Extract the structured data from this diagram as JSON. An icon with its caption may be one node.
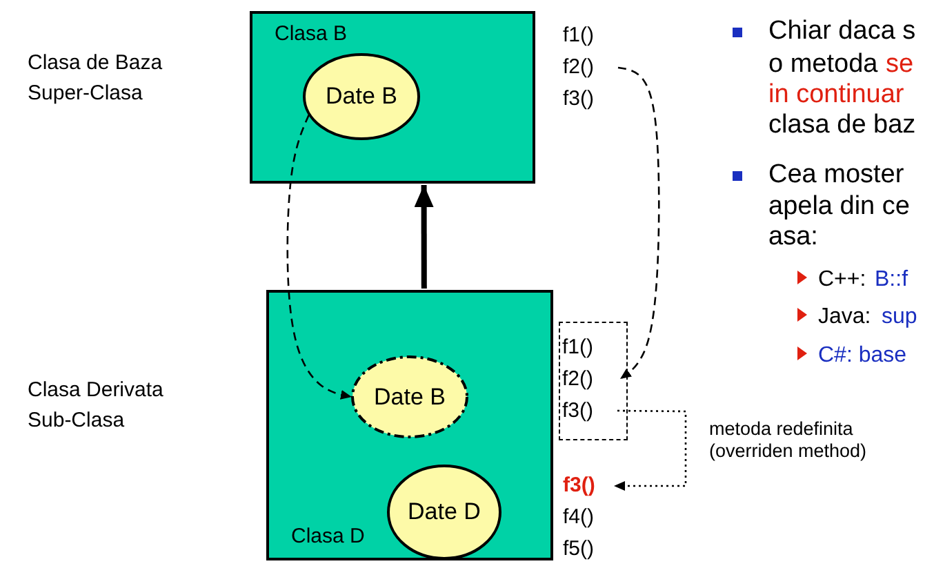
{
  "diagram": {
    "nodes": [
      {
        "text": [
          "Clasa B"
        ]
      },
      {
        "text": [
          "Date B"
        ],
        "in": 0
      },
      {
        "text": [
          "f1()"
        ]
      },
      {
        "text": [
          "f2()"
        ]
      },
      {
        "text": [
          "f3()"
        ]
      },
      {
        "text": [
          "Clasa D"
        ]
      },
      {
        "text": [
          "Date B"
        ],
        "in": 5
      },
      {
        "text": [
          "Date D"
        ],
        "in": 5
      },
      {
        "text": [],
        "shape": "box"
      },
      {
        "text": [
          "f1()"
        ],
        "in": 8
      },
      {
        "text": [
          "f2()"
        ],
        "in": 8
      },
      {
        "text": [
          "f3()"
        ],
        "in": 8
      },
      {
        "text": [
          "f3()"
        ]
      },
      {
        "text": [
          "f4()"
        ]
      },
      {
        "text": [
          "f5()"
        ]
      }
    ],
    "edges": [
      {
        "from": 5,
        "to": 0,
        "arrow": "to",
        "style": "thick"
      },
      {
        "from": 1,
        "to": 6,
        "arrow": "to",
        "style": "dashed"
      },
      {
        "from": 3,
        "to": 10,
        "arrow": "to",
        "style": "dashed"
      },
      {
        "from": 11,
        "to": 12,
        "arrow": "to",
        "style": "dashed",
        "label": "metoda redefinita (overriden method)"
      }
    ],
    "labels": [
      "Clasa de Baza Super-Clasa",
      "Chiar daca s",
      "o metoda",
      "se",
      "in continuar",
      "clasa de baz",
      "Cea moster",
      "apela din ce",
      "asa:",
      "C++:",
      "B::f",
      "Java:",
      "sup",
      "C#: base",
      "Clasa Derivata Sub-Clasa"
    ]
  }
}
